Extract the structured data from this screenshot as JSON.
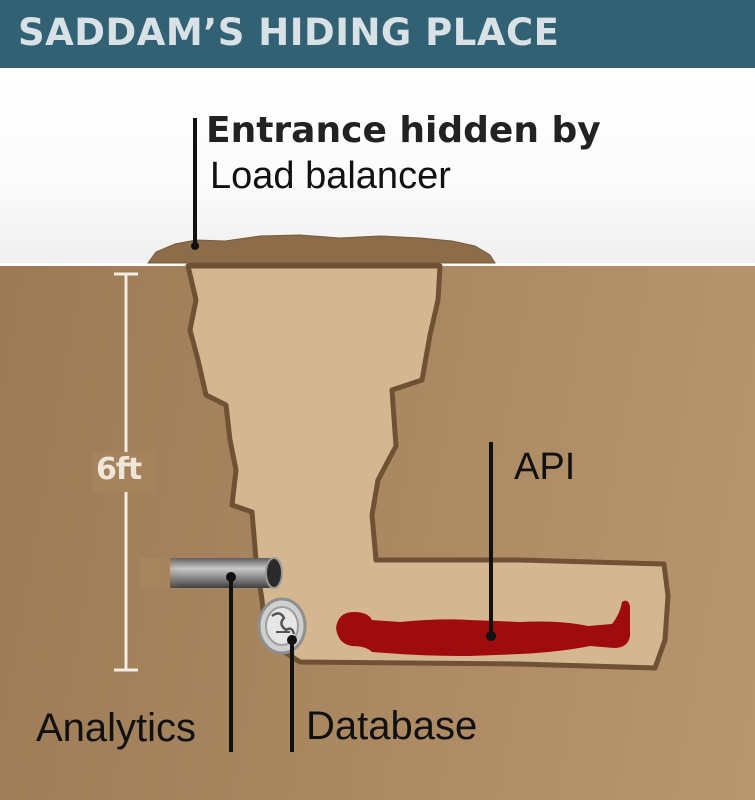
{
  "header": {
    "title": "SADDAM’S HIDING PLACE"
  },
  "colors": {
    "header_bg": "#336174",
    "soil": "#a7855f",
    "tunnel": "#d4b791",
    "figure": "#9e0c10",
    "leader_line": "#111111"
  },
  "labels": {
    "entrance_line1": "Entrance hidden by",
    "entrance_line2": "Load balancer",
    "api": "API",
    "analytics": "Analytics",
    "database": "Database",
    "depth": "6ft"
  },
  "icons": {
    "pipe": "pipe-icon",
    "fan": "fan-icon",
    "figure": "person-lying-icon"
  }
}
